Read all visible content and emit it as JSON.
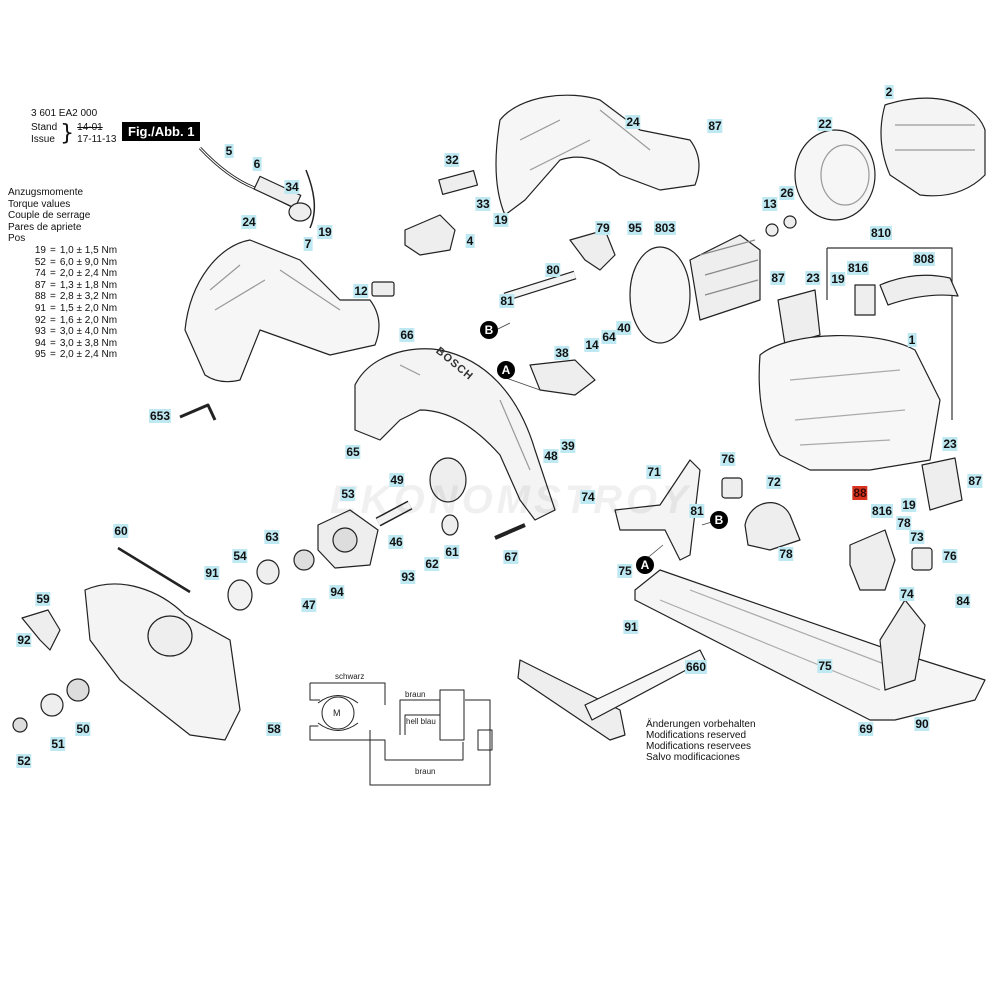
{
  "header": {
    "doc_number": "3 601 EA2 000",
    "stand_label": "Stand",
    "issue_label": "Issue",
    "stand_value": "14-01",
    "issue_value": "17-11-13",
    "figure_label": "Fig./Abb. 1"
  },
  "torque": {
    "headings": [
      "Anzugsmomente",
      "Torque values",
      "Couple de serrage",
      "Pares de apriete",
      "Pos"
    ],
    "rows": [
      {
        "pos": "19",
        "value": "1,0 ± 1,5 Nm"
      },
      {
        "pos": "52",
        "value": "6,0 ± 9,0 Nm"
      },
      {
        "pos": "74",
        "value": "2,0 ± 2,4 Nm"
      },
      {
        "pos": "87",
        "value": "1,3 ± 1,8 Nm"
      },
      {
        "pos": "88",
        "value": "2,8 ± 3,2 Nm"
      },
      {
        "pos": "91",
        "value": "1,5 ± 2,0 Nm"
      },
      {
        "pos": "92",
        "value": "1,6 ± 2,0 Nm"
      },
      {
        "pos": "93",
        "value": "3,0 ± 4,0 Nm"
      },
      {
        "pos": "94",
        "value": "3,0 ± 3,8 Nm"
      },
      {
        "pos": "95",
        "value": "2,0 ± 2,4 Nm"
      }
    ]
  },
  "notes": [
    "Änderungen vorbehalten",
    "Modifications reserved",
    "Modifications reservees",
    "Salvo modificaciones"
  ],
  "wiring": {
    "motor_label": "M",
    "wire_labels": [
      "schwarz",
      "braun",
      "hell blau",
      "braun"
    ]
  },
  "brand_on_guard": "BOSCH",
  "watermark": "EKONOMSTROY",
  "colors": {
    "label_bg": "#bfe9f2",
    "highlight_bg": "#d9331f",
    "callout_bg": "#000000"
  },
  "callouts": [
    "A",
    "B",
    "A",
    "B"
  ],
  "parts": [
    "5",
    "6",
    "34",
    "24",
    "7",
    "19",
    "12",
    "32",
    "33",
    "19",
    "4",
    "24",
    "87",
    "79",
    "95",
    "803",
    "80",
    "81",
    "2",
    "22",
    "13",
    "26",
    "810",
    "808",
    "23",
    "816",
    "19",
    "87",
    "1",
    "66",
    "38",
    "14",
    "64",
    "40",
    "653",
    "65",
    "39",
    "48",
    "49",
    "53",
    "46",
    "61",
    "93",
    "62",
    "67",
    "71",
    "76",
    "72",
    "74",
    "81",
    "75",
    "23",
    "88",
    "19",
    "87",
    "816",
    "78",
    "73",
    "76",
    "78",
    "74",
    "84",
    "60",
    "91",
    "54",
    "63",
    "47",
    "94",
    "59",
    "92",
    "58",
    "50",
    "51",
    "52",
    "660",
    "91",
    "75",
    "69",
    "90"
  ],
  "highlighted_part": "88"
}
